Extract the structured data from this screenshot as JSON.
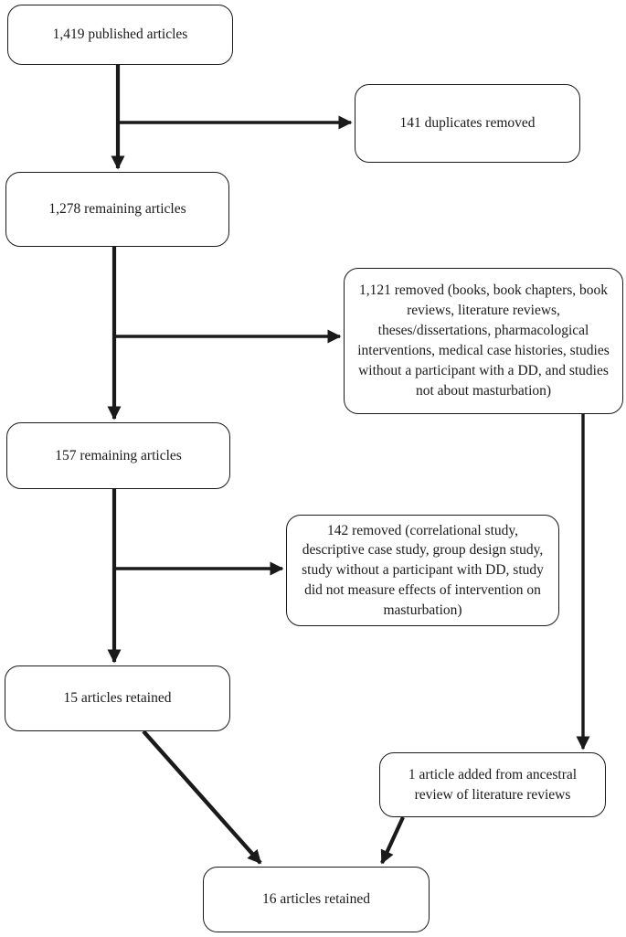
{
  "diagram": {
    "title": "article screening flow diagram",
    "background_color": "#ffffff",
    "line_color": "#1a1a1a",
    "boxes": [
      {
        "id": "published",
        "label": "1,419 published articles"
      },
      {
        "id": "duplicates",
        "label": "141 duplicates removed"
      },
      {
        "id": "remaining-1278",
        "label": "1,278 remaining articles"
      },
      {
        "id": "removed-1121",
        "label": "1,121 removed (books, book chapters, book reviews, literature reviews, theses/dissertations, pharmacological interventions, medical case histories, studies without a participant with a DD, and studies not about masturbation)"
      },
      {
        "id": "remaining-157",
        "label": "157 remaining articles"
      },
      {
        "id": "removed-142",
        "label": "142 removed (correlational study, descriptive case study, group design study, study without a participant with DD, study did not measure effects of intervention on masturbation)"
      },
      {
        "id": "retained-15",
        "label": "15 articles retained"
      },
      {
        "id": "added-1",
        "label": "1 article added from ancestral review of literature reviews"
      },
      {
        "id": "retained-16",
        "label": "16 articles retained"
      }
    ],
    "connections": [
      {
        "from": "published",
        "to": "remaining-1278"
      },
      {
        "from": "published",
        "to": "duplicates"
      },
      {
        "from": "remaining-1278",
        "to": "remaining-157"
      },
      {
        "from": "remaining-1278",
        "to": "removed-1121"
      },
      {
        "from": "remaining-157",
        "to": "retained-15"
      },
      {
        "from": "remaining-157",
        "to": "removed-142"
      },
      {
        "from": "removed-1121",
        "to": "added-1"
      },
      {
        "from": "retained-15",
        "to": "retained-16"
      },
      {
        "from": "added-1",
        "to": "retained-16"
      }
    ]
  }
}
